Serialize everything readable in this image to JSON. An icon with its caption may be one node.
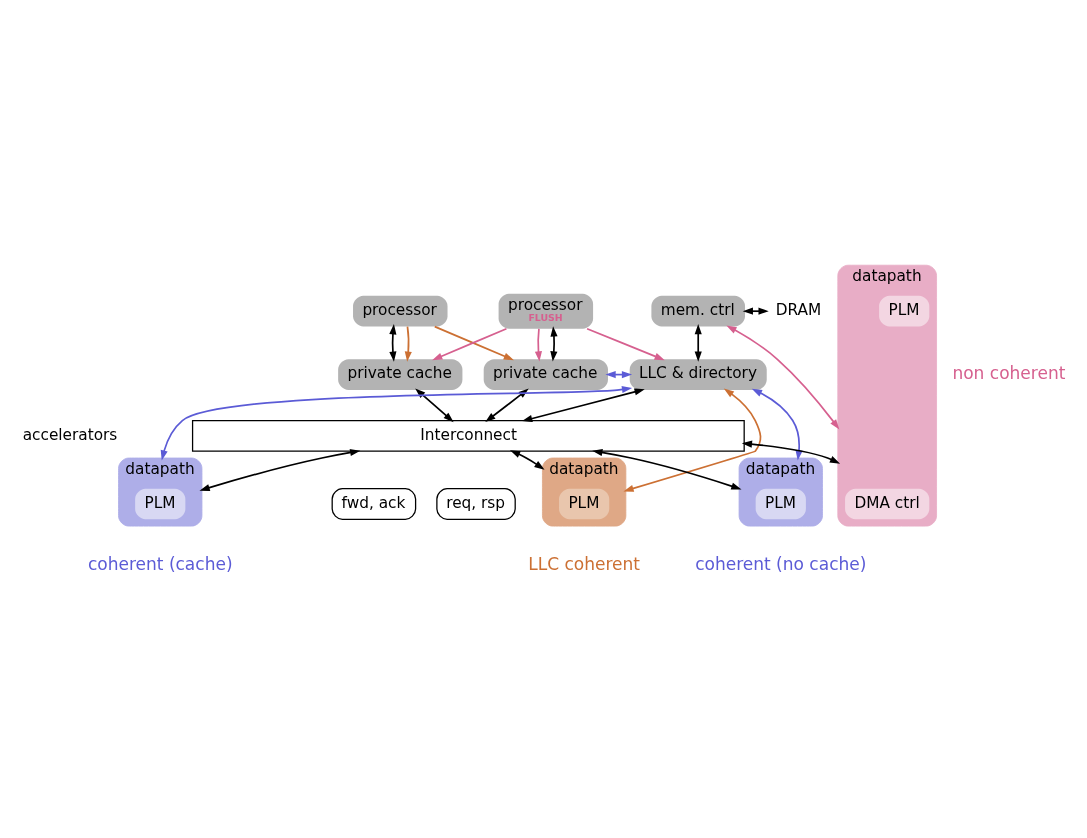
{
  "diagram": {
    "nodes": [
      {
        "text": [
          "processor"
        ]
      },
      {
        "text": [
          "processor",
          "FLUSH"
        ]
      },
      {
        "text": [
          "mem. ctrl"
        ]
      },
      {
        "text": [
          "DRAM"
        ]
      },
      {
        "text": [
          "private cache"
        ]
      },
      {
        "text": [
          "private cache"
        ]
      },
      {
        "text": [
          "LLC & directory"
        ]
      },
      {
        "text": [
          "Interconnect"
        ]
      },
      {
        "text": [
          "fwd, ack"
        ]
      },
      {
        "text": [
          "req, rsp"
        ]
      },
      {
        "text": [
          "datapath"
        ],
        "beside": [
          "coherent (cache)"
        ]
      },
      {
        "text": [
          "PLM"
        ],
        "in": 10
      },
      {
        "text": [
          "datapath"
        ],
        "beside": [
          "LLC coherent"
        ]
      },
      {
        "text": [
          "PLM"
        ],
        "in": 12
      },
      {
        "text": [
          "datapath"
        ],
        "beside": [
          "non coherent"
        ]
      },
      {
        "text": [
          "DMA ctrl"
        ],
        "in": 14
      },
      {
        "text": [
          "PLM"
        ],
        "in": 14
      },
      {
        "text": [
          "datapath"
        ],
        "beside": [
          "coherent (no cache)"
        ]
      },
      {
        "text": [
          "PLM"
        ],
        "in": 17
      }
    ],
    "edges": [
      {
        "from": 0,
        "to": 4,
        "arrow": "both"
      },
      {
        "from": 0,
        "to": 4,
        "arrow": "to",
        "color": "#cc7033"
      },
      {
        "from": 0,
        "to": 5,
        "arrow": "to",
        "color": "#cc7033"
      },
      {
        "from": 1,
        "to": 4,
        "arrow": "to",
        "color": "#d6608f"
      },
      {
        "from": 1,
        "to": 5,
        "arrow": "to",
        "color": "#d6608f"
      },
      {
        "from": 1,
        "to": 5,
        "arrow": "both"
      },
      {
        "from": 1,
        "to": 6,
        "arrow": "to",
        "color": "#d6608f"
      },
      {
        "from": 2,
        "to": 3,
        "arrow": "both"
      },
      {
        "from": 2,
        "to": 6,
        "arrow": "both"
      },
      {
        "from": 4,
        "to": 7,
        "arrow": "both"
      },
      {
        "from": 5,
        "to": 7,
        "arrow": "both"
      },
      {
        "from": 5,
        "to": 6,
        "arrow": "both",
        "color": "#5b5bd6"
      },
      {
        "from": 6,
        "to": 7,
        "arrow": "both"
      },
      {
        "from": 6,
        "to": 10,
        "arrow": "both",
        "color": "#5b5bd6"
      },
      {
        "from": 6,
        "to": 12,
        "arrow": "both",
        "color": "#cc7033"
      },
      {
        "from": 6,
        "to": 17,
        "arrow": "both",
        "color": "#5b5bd6"
      },
      {
        "from": 2,
        "to": 14,
        "arrow": "both",
        "color": "#d6608f"
      },
      {
        "from": 7,
        "to": 10,
        "arrow": "both"
      },
      {
        "from": 7,
        "to": 12,
        "arrow": "both"
      },
      {
        "from": 7,
        "to": 14,
        "arrow": "both"
      },
      {
        "from": 7,
        "to": 17,
        "arrow": "both"
      }
    ],
    "labels": [
      "accelerators"
    ]
  }
}
